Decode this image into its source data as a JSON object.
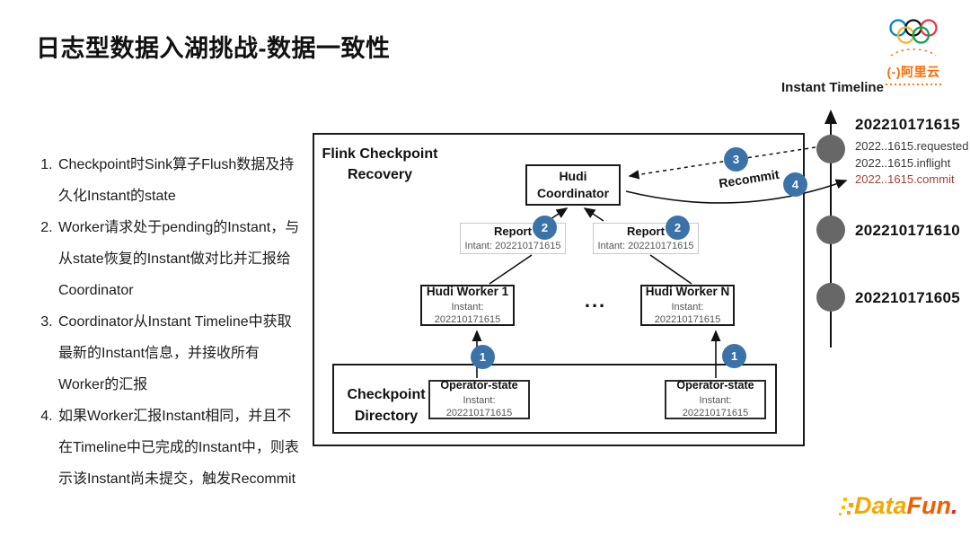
{
  "slide": {
    "title": "日志型数据入湖挑战-数据一致性"
  },
  "notes": [
    "Checkpoint时Sink算子Flush数据及持久化Instant的state",
    "Worker请求处于pending的Instant，与从state恢复的Instant做对比并汇报给Coordinator",
    "Coordinator从Instant Timeline中获取最新的Instant信息，并接收所有Worker的汇报",
    "如果Worker汇报Instant相同，并且不在Timeline中已完成的Instant中，则表示该Instant尚未提交，触发Recommit"
  ],
  "diagram": {
    "frame_label": "Flink Checkpoint Recovery",
    "coordinator_label": "Hudi Coordinator",
    "reports": [
      {
        "title": "Report",
        "instant": "Intant: 202210171615",
        "badge": "2"
      },
      {
        "title": "Report",
        "instant": "Intant: 202210171615",
        "badge": "2"
      }
    ],
    "workers": [
      {
        "title": "Hudi Worker 1",
        "instant": "Instant: 202210171615"
      },
      {
        "title": "Hudi Worker N",
        "instant": "Instant: 202210171615"
      }
    ],
    "ellipsis": "...",
    "checkpoint_label": "Checkpoint Directory",
    "operator_states": [
      {
        "title": "Operator-state",
        "instant": "Instant: 202210171615",
        "badge": "1"
      },
      {
        "title": "Operator-state",
        "instant": "Instant: 202210171615",
        "badge": "1"
      }
    ],
    "step_badges": {
      "persist": "1",
      "report": "2",
      "fetch": "3",
      "recommit": "4"
    },
    "recommit_label": "Recommit"
  },
  "timeline": {
    "title": "Instant Timeline",
    "instants": [
      {
        "id": "202210171615",
        "files": [
          "2022..1615.requested",
          "2022..1615.inflight"
        ],
        "commit_file": "2022..1615.commit"
      },
      {
        "id": "202210171610"
      },
      {
        "id": "202210171605"
      }
    ]
  },
  "branding": {
    "aliyun_logo_text": "(-)阿里云",
    "datafun_parts": [
      "Data",
      "Fun",
      "."
    ]
  },
  "colors": {
    "badge_blue": "#3b73a8",
    "timeline_node_gray": "#676767",
    "commit_red": "#a3433a",
    "aliyun_orange": "#ff6a00"
  }
}
